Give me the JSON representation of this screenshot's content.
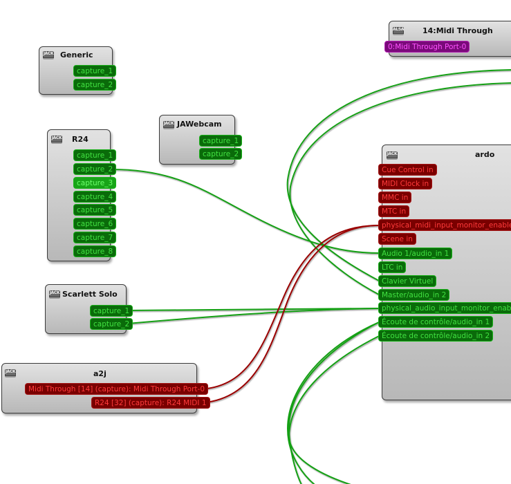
{
  "colors": {
    "audio_wire": "#12a012",
    "midi_wire": "#9a0000",
    "audio_port_bg": "#0a6b0a",
    "audio_port_text": "#41e241",
    "midi_port_bg": "#7a0000",
    "midi_port_text": "#ff3b3b",
    "alsa_port_bg": "#7a0a7a",
    "alsa_port_text": "#ff55ff"
  },
  "clients": {
    "generic": {
      "title": "Generic",
      "icon": "JACK",
      "ports": [
        "capture_1",
        "capture_2"
      ]
    },
    "midi_through": {
      "title": "14:Midi Through",
      "icon": "ALSA",
      "ports": [
        "0:Midi Through Port-0"
      ]
    },
    "r24": {
      "title": "R24",
      "icon": "JACK",
      "ports": [
        "capture_1",
        "capture_2",
        "capture_3",
        "capture_4",
        "capture_5",
        "capture_6",
        "capture_7",
        "capture_8"
      ],
      "highlighted_port": "capture_3"
    },
    "jawebcam": {
      "title": "JAWebcam",
      "icon": "JACK",
      "ports": [
        "capture_1",
        "capture_2"
      ]
    },
    "scarlett": {
      "title": "Scarlett Solo",
      "icon": "JACK",
      "ports": [
        "capture_1",
        "capture_2"
      ]
    },
    "a2j": {
      "title": "a2j",
      "icon": "JACK",
      "ports": [
        "Midi Through [14] (capture): Midi Through Port-0",
        "R24 [32] (capture): R24 MIDI 1"
      ]
    },
    "ardour": {
      "title": "ardo",
      "icon": "JACK",
      "midi_ports": [
        "Cue Control in",
        "MIDI Clock in",
        "MMC in",
        "MTC in",
        "physical_midi_input_monitor_enable",
        "Scene in"
      ],
      "audio_ports": [
        "Audio 1/audio_in 1",
        "LTC in",
        "Clavier Virtuel",
        "Master/audio_in 2",
        "physical_audio_input_monitor_enable",
        "Écoute de contrôle/audio_in 1",
        "Écoute de contrôle/audio_in 2"
      ]
    }
  },
  "connections": [
    {
      "from": "R24:capture_2",
      "to": "ardour:Audio 1/audio_in 1",
      "type": "audio"
    },
    {
      "from": "Scarlett Solo:capture_1",
      "to": "ardour:physical_audio_input_monitor_enable",
      "type": "audio"
    },
    {
      "from": "Scarlett Solo:capture_2",
      "to": "ardour:physical_audio_input_monitor_enable",
      "type": "audio"
    },
    {
      "from": "a2j:Midi Through [14] (capture): Midi Through Port-0",
      "to": "ardour:physical_midi_input_monitor_enable",
      "type": "midi"
    },
    {
      "from": "a2j:R24 [32] (capture): R24 MIDI 1",
      "to": "ardour:physical_midi_input_monitor_enable",
      "type": "midi"
    },
    {
      "from": "offscreen",
      "to": "ardour:Clavier Virtuel",
      "type": "audio"
    },
    {
      "from": "offscreen",
      "to": "ardour:Master/audio_in 2",
      "type": "audio"
    },
    {
      "from": "ardour:Écoute de contrôle/audio_in 1",
      "to": "offscreen",
      "type": "audio"
    },
    {
      "from": "ardour:Écoute de contrôle/audio_in 2",
      "to": "offscreen",
      "type": "audio"
    }
  ]
}
